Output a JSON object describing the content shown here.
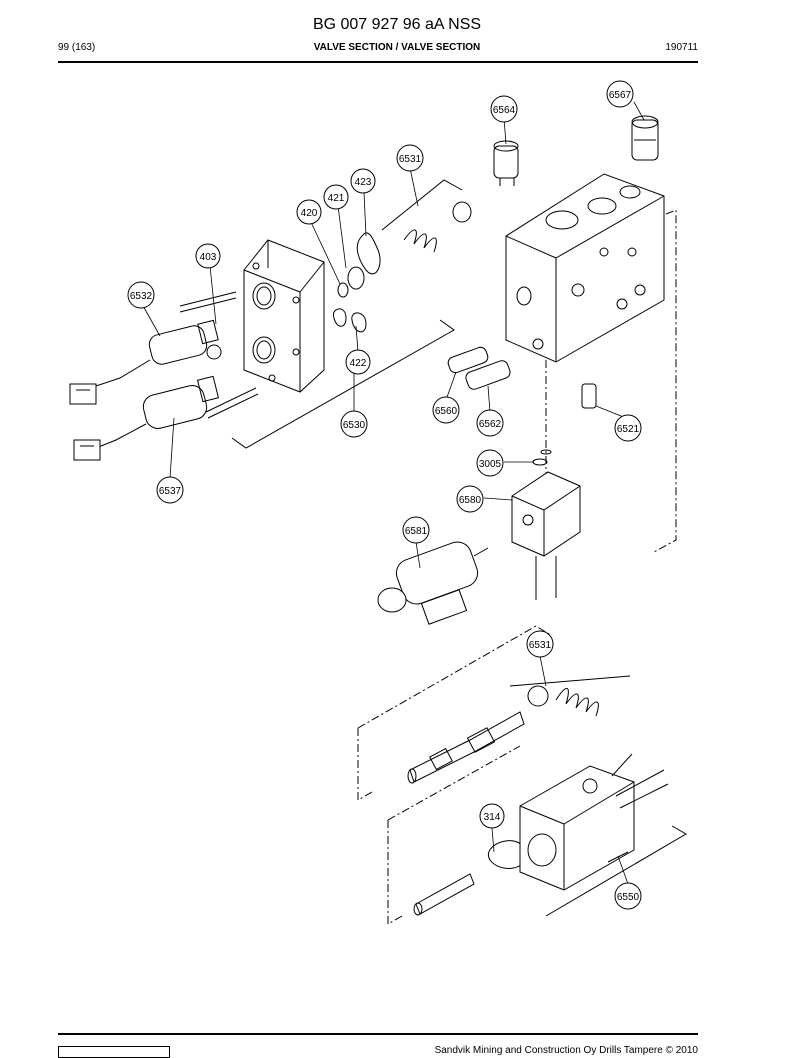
{
  "header": {
    "title": "BG 007 927 96 aA NSS",
    "page": "99 (163)",
    "section": "VALVE SECTION / VALVE SECTION",
    "code": "190711"
  },
  "diagram": {
    "callouts": [
      "6567",
      "6564",
      "6531",
      "423",
      "421",
      "420",
      "403",
      "6532",
      "6530",
      "422",
      "6560",
      "6562",
      "6521",
      "3005",
      "6580",
      "6581",
      "6537",
      "6531",
      "314",
      "6550"
    ]
  },
  "footer": {
    "copyright": "Sandvik Mining and Construction Oy Drills Tampere © 2010"
  }
}
